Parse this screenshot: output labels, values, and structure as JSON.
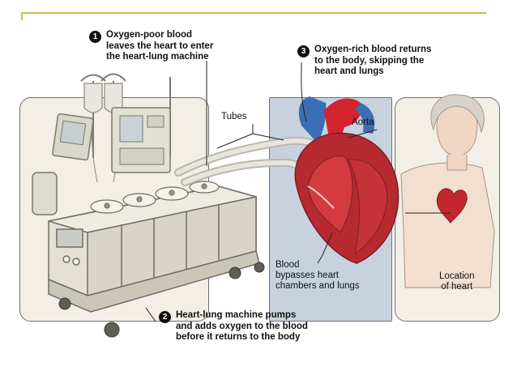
{
  "steps": [
    {
      "number": "1",
      "lines": [
        "Oxygen-poor blood",
        "leaves the heart to enter",
        "the heart-lung machine"
      ]
    },
    {
      "number": "2",
      "lines": [
        "Heart-lung machine pumps",
        "and adds oxygen to the blood",
        "before it returns to the body"
      ]
    },
    {
      "number": "3",
      "lines": [
        "Oxygen-rich blood returns",
        "to the body, skipping the",
        "heart and lungs"
      ]
    }
  ],
  "labels": {
    "tubes": "Tubes",
    "aorta": "Aorta",
    "bypass": [
      "Blood",
      "bypasses heart",
      "chambers and lungs"
    ],
    "location": [
      "Location",
      "of heart"
    ]
  },
  "colors": {
    "accent_line": "#d6b24a",
    "oxygen_rich": "#d2232f",
    "oxygen_poor": "#3a6fb5",
    "machine": "#e4e0d2"
  }
}
